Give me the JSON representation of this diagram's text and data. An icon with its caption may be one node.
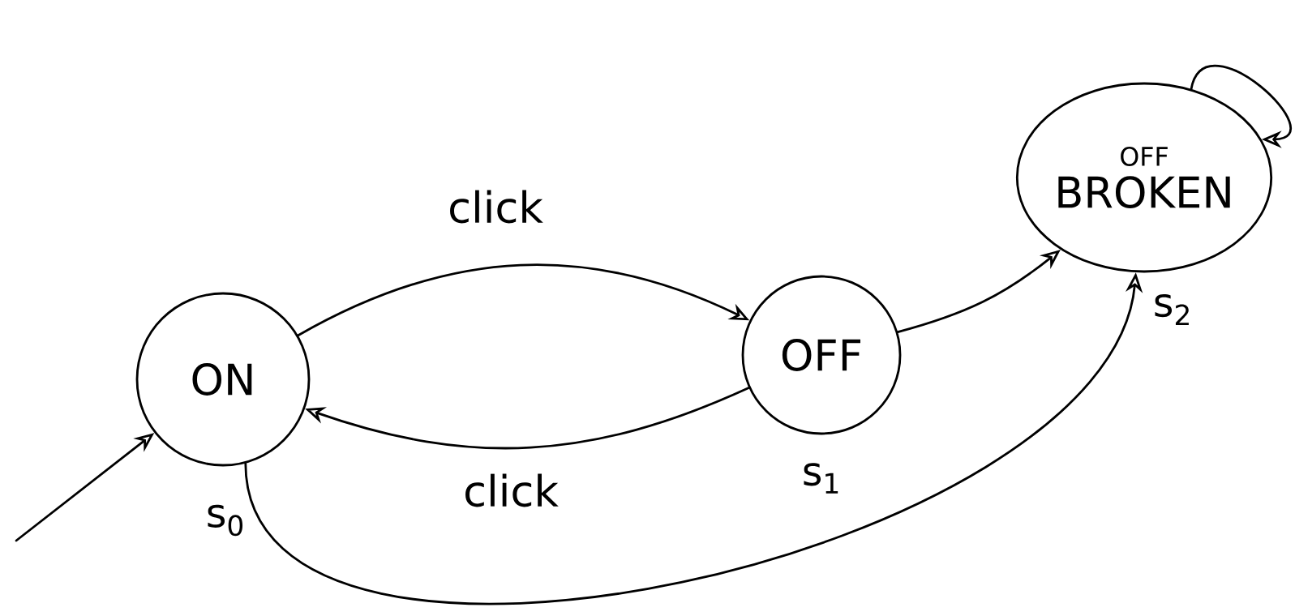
{
  "diagram": {
    "nodes": [
      {
        "text": [
          "ON"
        ],
        "beside": [
          "s$_{0}$"
        ]
      },
      {
        "text": [
          "OFF"
        ],
        "beside": [
          "s$_{1}$"
        ]
      },
      {
        "text": [
          "OFF",
          "BROKEN"
        ],
        "beside": [
          "s$_{2}$"
        ]
      }
    ],
    "edges": [
      {
        "from": null,
        "to": 0,
        "arrow": "to"
      },
      {
        "from": 0,
        "to": 1,
        "arrow": "to",
        "label": "click"
      },
      {
        "from": 1,
        "to": 0,
        "arrow": "to",
        "label": "click"
      },
      {
        "from": 1,
        "to": 2,
        "arrow": "to"
      },
      {
        "from": 0,
        "to": 2,
        "arrow": "to"
      },
      {
        "from": 2,
        "to": 2,
        "arrow": "to"
      }
    ]
  }
}
